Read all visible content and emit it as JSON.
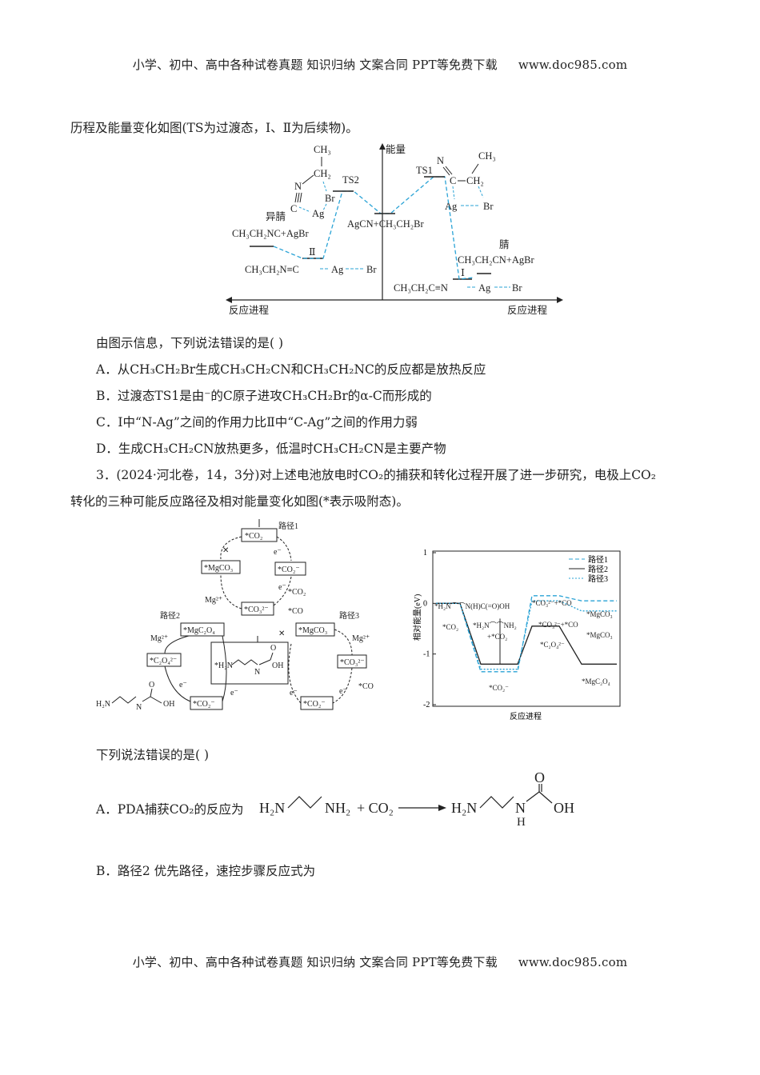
{
  "header": {
    "text": "小学、初中、高中各种试卷真题 知识归纳 文案合同 PPT等免费下载",
    "url": "www.doc985.com"
  },
  "footer": {
    "text": "小学、初中、高中各种试卷真题 知识归纳 文案合同 PPT等免费下载",
    "url": "www.doc985.com"
  },
  "intro": "历程及能量变化如图(TS为过渡态，Ⅰ、Ⅱ为后续物)。",
  "fig1": {
    "ch3": "CH₃",
    "ch2": "CH₂",
    "n": "N",
    "c": "C",
    "br": "Br",
    "ag": "Ag",
    "ts2": "TS2",
    "ts1": "TS1",
    "energy": "能量",
    "isonitrile": "异腈",
    "nitrile": "腈",
    "left_prod": "CH₃CH₂NC+AgBr",
    "right_prod": "CH₃CH₂CN+AgBr",
    "mid": "AgCN+CH₃CH₂Br",
    "ii": "Ⅱ",
    "i": "Ⅰ",
    "left_complex": "CH₃CH₂N≡C",
    "right_complex": "CH₃CH₂C≡N",
    "xl": "反应进程",
    "xr": "反应进程"
  },
  "q2": {
    "stem": "由图示信息，下列说法错误的是(   )",
    "a": "A．从CH₃CH₂Br生成CH₃CH₂CN和CH₃CH₂NC的反应都是放热反应",
    "b": "B．过渡态TS1是由⁻的C原子进攻CH₃CH₂Br的α-C而形成的",
    "c": "C．Ⅰ中“N-Ag”之间的作用力比Ⅱ中“C-Ag”之间的作用力弱",
    "d": "D．生成CH₃CH₂CN放热更多，低温时CH₃CH₂CN是主要产物"
  },
  "q3": {
    "stem1": "3．(2024·河北卷，14，3分)对上述电池放电时CO₂的捕获和转化过程开展了进一步研究，电极上CO₂",
    "stem2": "转化的三种可能反应路径及相对能量变化如图(*表示吸附态)。",
    "stem3": "下列说法错误的是(   )",
    "a_label": "A．PDA捕获CO₂的反应为",
    "b": "B．路径2   优先路径，速控步骤反应式为"
  },
  "fig2": {
    "path1": "路径1",
    "path2": "路径2",
    "path3": "路径3",
    "co2": "*CO₂",
    "co2m": "*CO₂⁻",
    "co3": "*CO₃²⁻",
    "mgco3": "*MgCO₃",
    "mgc2o4": "*MgC₂O₄",
    "c2o4": "*C₂O₄²⁻",
    "mg": "Mg²⁺",
    "e": "e⁻",
    "co": "*CO",
    "h2n": "H₂N",
    "nh2": "NH₂",
    "oh": "OH",
    "o": "O",
    "h": "H",
    "star_h2n": "*H₂N",
    "n": "N",
    "cross": "✕"
  },
  "chart_data": {
    "type": "line",
    "title": "",
    "xlabel": "反应进程",
    "ylabel": "相对能量(eV)",
    "ylim": [
      -2,
      1
    ],
    "yticks": [
      1,
      0,
      -1,
      -2
    ],
    "legend": [
      "路径1",
      "路径2",
      "路径3"
    ],
    "legend_position": "top-right",
    "series": [
      {
        "name": "路径1",
        "style": "dashed",
        "values": [
          0,
          0,
          -1.35,
          -1.35,
          0.15,
          0.15,
          0.05,
          0.05
        ]
      },
      {
        "name": "路径2",
        "style": "solid",
        "values": [
          0,
          0,
          -1.2,
          -1.2,
          -0.45,
          -0.45,
          -1.2,
          -1.2
        ]
      },
      {
        "name": "路径3",
        "style": "dotted",
        "values": [
          0,
          0,
          -1.3,
          -1.3,
          0.05,
          0.05,
          -0.15,
          -0.15
        ]
      }
    ],
    "annotations": [
      "*H₂N⌒⌒N(H)C(=O)OH",
      "*CO₂",
      "*H₂N⌒⌒NH₂",
      "+*CO₂",
      "*CO₂⁻",
      "*CO₃²⁻+*CO",
      "*CO₃²⁻+*CO",
      "*MgCO₃",
      "*MgCO₃",
      "*C₂O₄²⁻",
      "*MgC₂O₄"
    ]
  },
  "reaction": {
    "left1": "H₂N",
    "left2": "NH₂",
    "plus": "+ CO₂",
    "right1": "H₂N",
    "right2": "N",
    "h": "H",
    "o": "O",
    "oh": "OH"
  },
  "colors": {
    "cyan": "#2aa3d6",
    "text": "#222222"
  }
}
